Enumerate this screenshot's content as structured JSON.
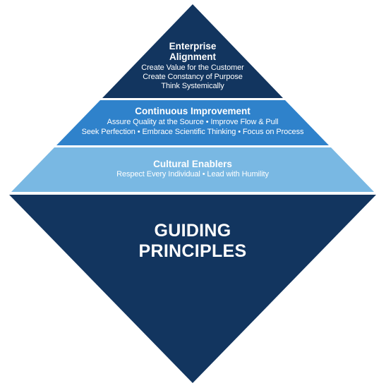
{
  "tiers": {
    "enterprise_alignment": {
      "title_line1": "Enterprise",
      "title_line2": "Alignment",
      "lines": [
        "Create Value for the Customer",
        "Create Constancy of Purpose",
        "Think Systemically"
      ]
    },
    "continuous_improvement": {
      "title": "Continuous Improvement",
      "lines": [
        "Assure Quality at the Source • Improve Flow & Pull",
        "Seek Perfection • Embrace Scientific Thinking • Focus on Process"
      ]
    },
    "cultural_enablers": {
      "title": "Cultural Enablers",
      "lines": [
        "Respect Every Individual • Lead with Humility"
      ]
    },
    "guiding_principles": {
      "line1": "GUIDING",
      "line2": "PRINCIPLES"
    }
  },
  "colors": {
    "navy": "#12355f",
    "medium_blue": "#2f82cb",
    "light_blue": "#79b8e3",
    "separator": "#ffffff"
  }
}
